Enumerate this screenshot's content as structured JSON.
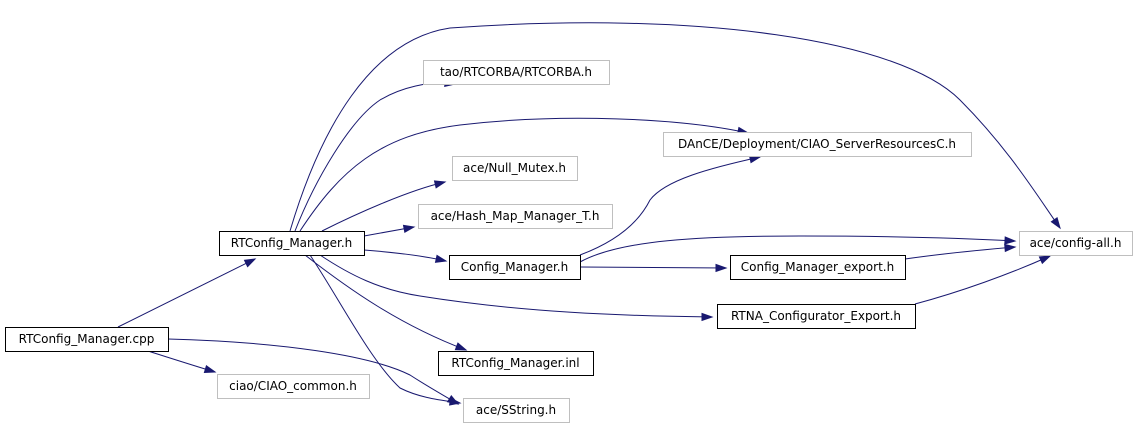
{
  "colors": {
    "edge": "#191970",
    "root_fill": "#bfbfbf",
    "documented_border": "#000000",
    "external_border": "#bfbfbf"
  },
  "nodes": {
    "rtconfig_manager_cpp": {
      "label": "RTConfig_Manager.cpp",
      "kind": "root"
    },
    "rtconfig_manager_h": {
      "label": "RTConfig_Manager.h",
      "kind": "documented"
    },
    "ciao_common_h": {
      "label": "ciao/CIAO_common.h",
      "kind": "external"
    },
    "sstring_h": {
      "label": "ace/SString.h",
      "kind": "external"
    },
    "rtcorba_h": {
      "label": "tao/RTCORBA/RTCORBA.h",
      "kind": "external"
    },
    "config_all_h": {
      "label": "ace/config-all.h",
      "kind": "external"
    },
    "server_resources_h": {
      "label": "DAnCE/Deployment/CIAO_ServerResourcesC.h",
      "kind": "external"
    },
    "null_mutex_h": {
      "label": "ace/Null_Mutex.h",
      "kind": "external"
    },
    "hash_map_h": {
      "label": "ace/Hash_Map_Manager_T.h",
      "kind": "external"
    },
    "config_manager_h": {
      "label": "Config_Manager.h",
      "kind": "documented"
    },
    "config_manager_export_h": {
      "label": "Config_Manager_export.h",
      "kind": "documented"
    },
    "rtna_export_h": {
      "label": "RTNA_Configurator_Export.h",
      "kind": "documented"
    },
    "rtconfig_manager_inl": {
      "label": "RTConfig_Manager.inl",
      "kind": "documented"
    }
  },
  "edges": [
    {
      "from": "rtconfig_manager_cpp",
      "to": "rtconfig_manager_h"
    },
    {
      "from": "rtconfig_manager_cpp",
      "to": "ciao_common_h"
    },
    {
      "from": "rtconfig_manager_cpp",
      "to": "sstring_h"
    },
    {
      "from": "rtconfig_manager_h",
      "to": "rtcorba_h"
    },
    {
      "from": "rtconfig_manager_h",
      "to": "config_all_h"
    },
    {
      "from": "rtconfig_manager_h",
      "to": "server_resources_h"
    },
    {
      "from": "rtconfig_manager_h",
      "to": "null_mutex_h"
    },
    {
      "from": "rtconfig_manager_h",
      "to": "hash_map_h"
    },
    {
      "from": "rtconfig_manager_h",
      "to": "config_manager_h"
    },
    {
      "from": "rtconfig_manager_h",
      "to": "rtna_export_h"
    },
    {
      "from": "rtconfig_manager_h",
      "to": "rtconfig_manager_inl"
    },
    {
      "from": "rtconfig_manager_h",
      "to": "sstring_h"
    },
    {
      "from": "config_manager_h",
      "to": "server_resources_h"
    },
    {
      "from": "config_manager_h",
      "to": "config_all_h"
    },
    {
      "from": "config_manager_h",
      "to": "config_manager_export_h"
    },
    {
      "from": "config_manager_export_h",
      "to": "config_all_h"
    },
    {
      "from": "rtna_export_h",
      "to": "config_all_h"
    }
  ]
}
